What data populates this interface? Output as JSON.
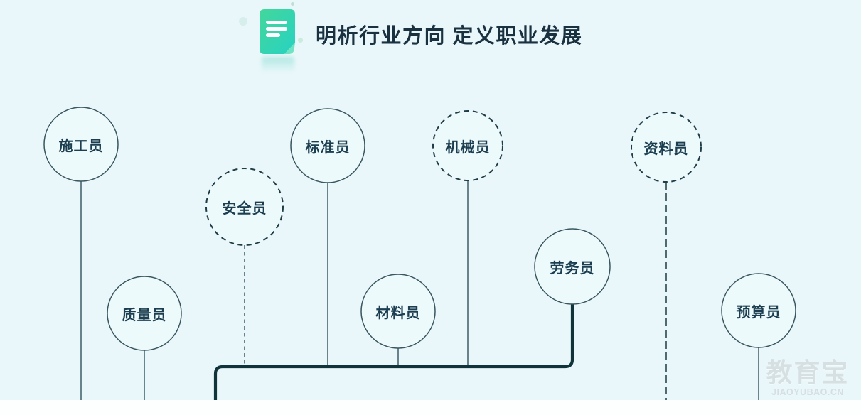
{
  "header": {
    "title": "明析行业方向 定义职业发展",
    "icon": "document-note-icon"
  },
  "diagram": {
    "nodes": [
      {
        "label": "施工员",
        "style": "solid"
      },
      {
        "label": "安全员",
        "style": "dashed"
      },
      {
        "label": "标准员",
        "style": "solid"
      },
      {
        "label": "机械员",
        "style": "dashed"
      },
      {
        "label": "资料员",
        "style": "dashed"
      },
      {
        "label": "质量员",
        "style": "solid"
      },
      {
        "label": "材料员",
        "style": "solid"
      },
      {
        "label": "劳务员",
        "style": "solid"
      },
      {
        "label": "预算员",
        "style": "solid"
      }
    ]
  },
  "watermark": {
    "brand": "教育宝",
    "site": "JIAOYUBAO.CN"
  },
  "colors": {
    "background": "#e9f7fa",
    "icon_green": "#3ed3a0",
    "icon_teal": "#2bd3c0",
    "line": "#32525a",
    "thick_line": "#10343a",
    "node_text": "#1c3e50",
    "title_text": "#1a3240",
    "watermark": "#d3dcdf"
  }
}
